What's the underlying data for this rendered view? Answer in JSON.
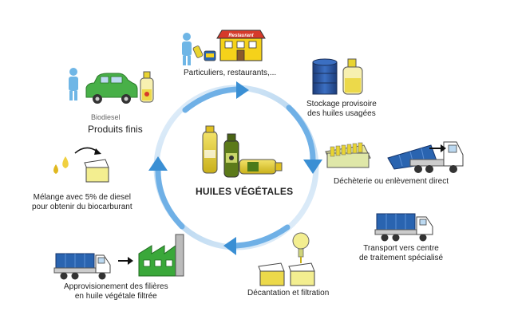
{
  "center": {
    "title": "HUILES VÉGÉTALES"
  },
  "steps": {
    "collection": {
      "label": "Particuliers, restaurants,..."
    },
    "restaurant_sign": "Restaurant",
    "storage": {
      "line1": "Stockage provisoire",
      "line2": "des huiles usagées"
    },
    "pickup": {
      "label": "Déchèterie ou enlèvement direct"
    },
    "transport": {
      "line1": "Transport vers centre",
      "line2": "de traitement spécialisé"
    },
    "decant": {
      "label": "Décantation et filtration"
    },
    "supply": {
      "line1": "Approvisionement des filières",
      "line2": "en huile végétale filtrée"
    },
    "mix": {
      "line1": "Mélange avec 5% de diesel",
      "line2": "pour obtenir du biocarburant"
    },
    "biodiesel": {
      "small": "Biodiesel",
      "label": "Produits finis"
    }
  },
  "colors": {
    "cycle_arrow": "#3a8fd4",
    "cycle_ring": "#cfe4f5",
    "truck_blue": "#2a64b0",
    "factory_green": "#3aa83a",
    "car_green": "#48b048",
    "person_blue": "#6fb6e6",
    "oil_yellow": "#e9d430",
    "restaurant_yellow": "#f5d21a",
    "restaurant_red": "#d63a2a"
  }
}
